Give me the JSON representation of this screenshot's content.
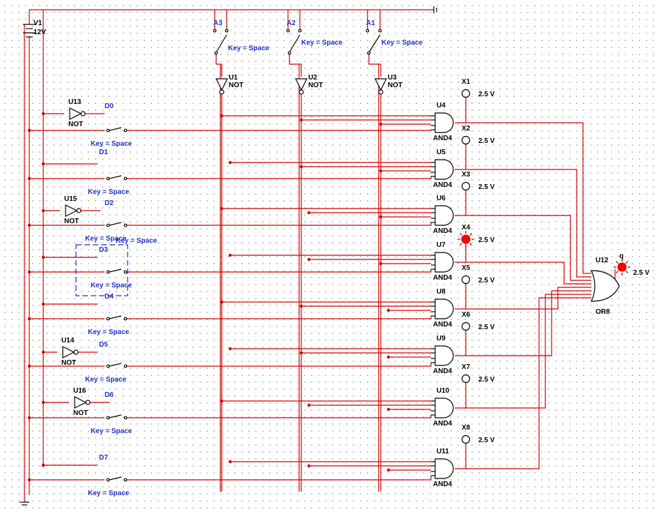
{
  "components": {
    "battery": {
      "ref": "V1",
      "value": "12V"
    },
    "addr_switches": [
      {
        "ref": "A3",
        "key": "Key = Space"
      },
      {
        "ref": "A2",
        "key": "Key = Space"
      },
      {
        "ref": "A1",
        "key": "Key = Space"
      }
    ],
    "addr_inverters": [
      {
        "ref": "U1",
        "type": "NOT"
      },
      {
        "ref": "U2",
        "type": "NOT"
      },
      {
        "ref": "U3",
        "type": "NOT"
      }
    ],
    "data_inputs": [
      {
        "ref": "D0",
        "key": "Key = Space",
        "inv_ref": "U13",
        "inv_type": "NOT"
      },
      {
        "ref": "D1",
        "key": "Key = Space"
      },
      {
        "ref": "D2",
        "key": "Key = Space",
        "inv_ref": "U15",
        "inv_type": "NOT"
      },
      {
        "ref": "D3",
        "key_top": "Key = Space",
        "key": "Key = Space"
      },
      {
        "ref": "D4",
        "key": "Key = Space"
      },
      {
        "ref": "D5",
        "key": "Key = Space",
        "inv_ref": "U14",
        "inv_type": "NOT"
      },
      {
        "ref": "D6",
        "key": "Key = Space",
        "inv_ref": "U16",
        "inv_type": "NOT"
      },
      {
        "ref": "D7",
        "key": "Key = Space"
      }
    ],
    "and_gates": [
      {
        "ref": "U4",
        "type": "AND4"
      },
      {
        "ref": "U5",
        "type": "AND4"
      },
      {
        "ref": "U6",
        "type": "AND4"
      },
      {
        "ref": "U7",
        "type": "AND4"
      },
      {
        "ref": "U8",
        "type": "AND4"
      },
      {
        "ref": "U9",
        "type": "AND4"
      },
      {
        "ref": "U10",
        "type": "AND4"
      },
      {
        "ref": "U11",
        "type": "AND4"
      }
    ],
    "probes": [
      {
        "ref": "X1",
        "value": "2.5 V",
        "lit": false
      },
      {
        "ref": "X2",
        "value": "2.5 V",
        "lit": false
      },
      {
        "ref": "X3",
        "value": "2.5 V",
        "lit": false
      },
      {
        "ref": "X4",
        "value": "2.5 V",
        "lit": true
      },
      {
        "ref": "X5",
        "value": "2.5 V",
        "lit": false
      },
      {
        "ref": "X6",
        "value": "2.5 V",
        "lit": false
      },
      {
        "ref": "X7",
        "value": "2.5 V",
        "lit": false
      },
      {
        "ref": "X8",
        "value": "2.5 V",
        "lit": false
      }
    ],
    "or_gate": {
      "ref": "U12",
      "type": "OR8"
    },
    "output_probe": {
      "ref": "q",
      "value": "2.5 V",
      "lit": true
    }
  },
  "colors": {
    "wire": "#d10000",
    "label_blue": "#2130c8",
    "lamp_on": "#ff0000"
  }
}
